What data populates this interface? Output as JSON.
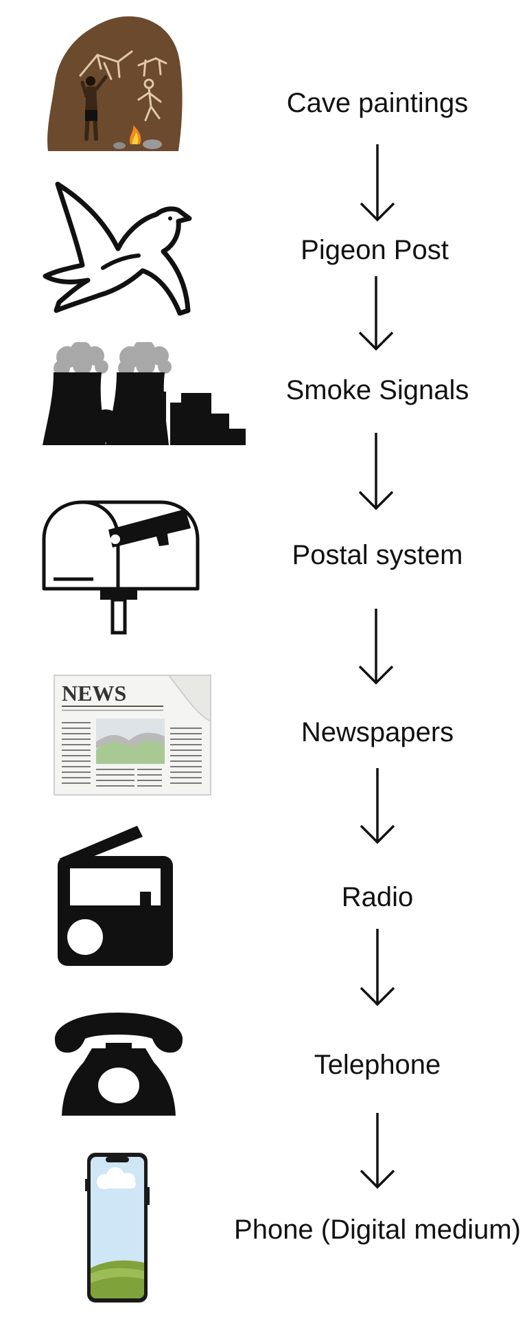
{
  "diagram": {
    "steps": [
      {
        "label": "Cave paintings",
        "icon": "cave-painting-icon"
      },
      {
        "label": "Pigeon Post",
        "icon": "dove-icon"
      },
      {
        "label": "Smoke Signals",
        "icon": "smoke-factory-icon"
      },
      {
        "label": "Postal system",
        "icon": "mailbox-icon"
      },
      {
        "label": "Newspapers",
        "icon": "newspaper-icon"
      },
      {
        "label": "Radio",
        "icon": "radio-icon"
      },
      {
        "label": "Telephone",
        "icon": "telephone-icon"
      },
      {
        "label": "Phone (Digital medium)",
        "icon": "smartphone-icon"
      }
    ],
    "newspaper_masthead": "NEWS",
    "colors": {
      "text": "#111111",
      "cave_rock": "#6b4a2e",
      "smoke": "#a8a8a8",
      "sky": "#cfe6f7",
      "grass": "#7fa23a"
    }
  }
}
